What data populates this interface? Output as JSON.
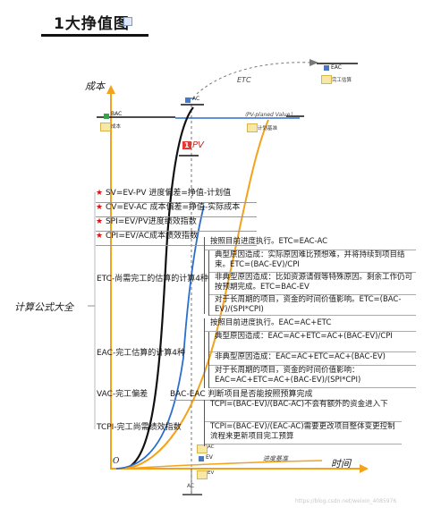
{
  "title": "1大挣值图",
  "axes": {
    "y_label": "成本",
    "x_label": "时间",
    "origin": "O"
  },
  "markers": {
    "etc": "ETC",
    "pv_label": "PV",
    "pv_planned": "（PV-planed Value）",
    "ac_label": "AC",
    "bac_label": "BAC",
    "eac_label": "EAC",
    "ev_label": "EV",
    "progress_base": "进度基准",
    "ac_bottom": "AC"
  },
  "chips": {
    "bac_chip": "成本",
    "planned_chip": "计划基准",
    "eac_chip": "完工估算",
    "ac_chip": "AC",
    "ev_chip": "EV"
  },
  "formula_summary_label": "计算公式大全",
  "variance_items": [
    "SV=EV-PV 进度偏差=挣值-计划值",
    "CV=EV-AC 成本偏差=挣值-实际成本",
    "SPI=EV/PV进度绩效指数",
    "CPI=EV/AC成本绩效指数"
  ],
  "etc_section": {
    "label": "ETC-尚需完工的估算的计算4种",
    "items": [
      "按照目前进度执行。ETC=EAC-AC",
      "典型原因造成：实际原因难比预想难，并将持续到项目结束。ETC=(BAC-EV)/CPI",
      "非典型原因造成：比如资源请假等特殊原因。剩余工作仍可按预期完成。ETC=BAC-EV",
      "对于长周期的项目，资金的时间价值影响。ETC=(BAC-EV)/(SPI*CPI)"
    ]
  },
  "eac_section": {
    "label": "EAC-完工估算的计算4种",
    "items": [
      "按照目前进度执行。EAC=AC+ETC",
      "典型原因造成：EAC=AC+ETC=AC+(BAC-EV)/CPI",
      "非典型原因造成：EAC=AC+ETC=AC+(BAC-EV)",
      "对于长周期的项目，资金的时间价值影响：EAC=AC+ETC=AC+(BAC-EV)/(SPI*CPI)"
    ]
  },
  "vac_label": "VAC-完工偏差",
  "vac_text": "BAC-EAC 判断项目是否能按照预算完成",
  "tcpi_section": {
    "label": "TCPI-完工尚需绩效指数",
    "items": [
      "TCPI=(BAC-EV)/(BAC-AC)不会有额外的资金进入下",
      "TCPI=(BAC-EV)/(EAC-AC)需要更改项目整体变更控制流程来更新项目完工预算"
    ]
  },
  "watermark": "https://blog.csdn.net/weixin_4085976",
  "colors": {
    "orange": "#f4a21b",
    "blue": "#2a6fcf",
    "black": "#111111",
    "red": "#d31414"
  }
}
